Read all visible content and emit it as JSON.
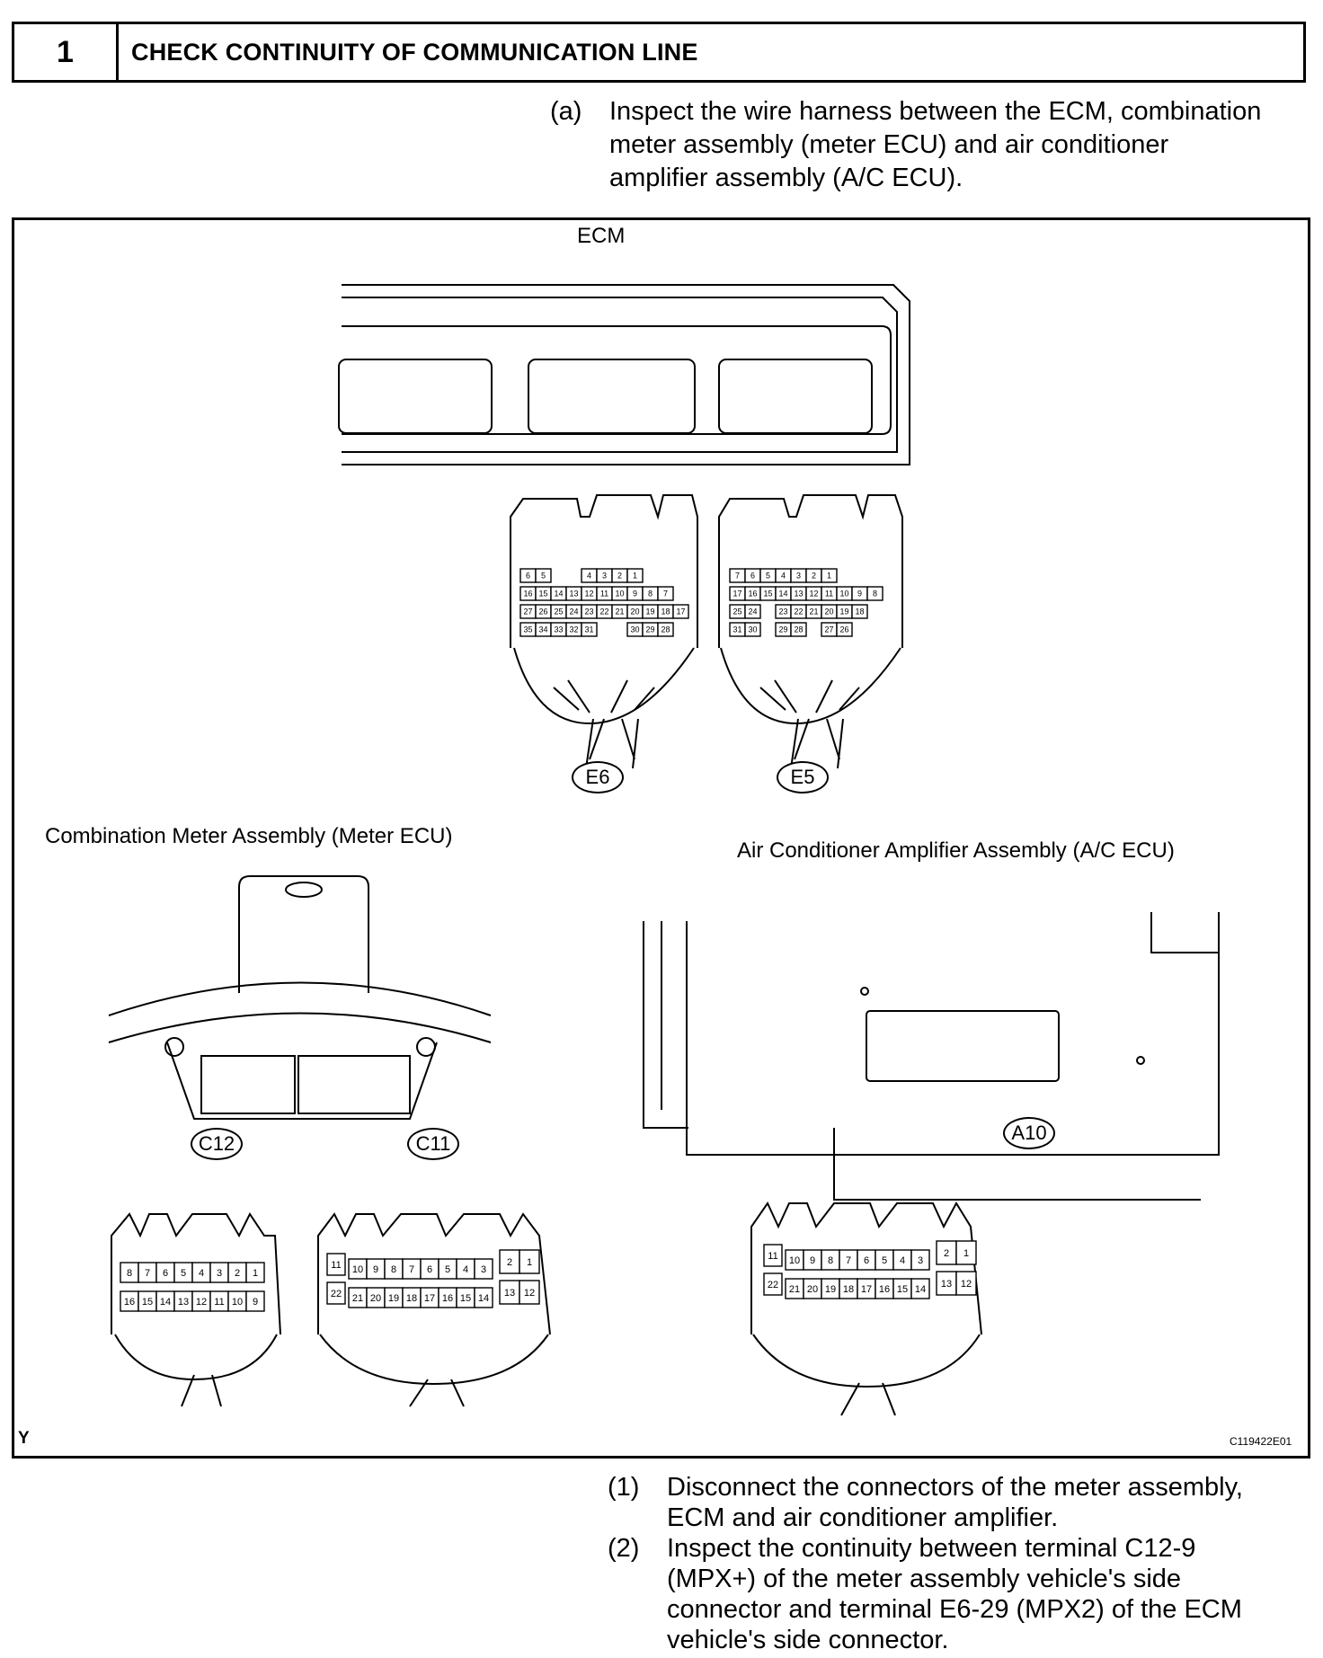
{
  "header": {
    "step": "1",
    "title": "CHECK CONTINUITY OF COMMUNICATION LINE"
  },
  "instruction_a": {
    "label": "(a)",
    "lines": [
      "Inspect the wire harness between the ECM, combination",
      "meter assembly (meter ECU) and air conditioner",
      "amplifier assembly (A/C ECU)."
    ]
  },
  "figure": {
    "ecm_label": "ECM",
    "meter_label": "Combination Meter Assembly (Meter ECU)",
    "ac_label": "Air Conditioner Amplifier Assembly (A/C ECU)",
    "connectors": {
      "e6": "E6",
      "e5": "E5",
      "c12": "C12",
      "c11": "C11",
      "a10": "A10"
    },
    "corner_mark": "Y",
    "figure_code": "C119422E01",
    "pins": {
      "e6": [
        [
          "6",
          "5",
          "",
          "",
          "4",
          "3",
          "2",
          "1"
        ],
        [
          "16",
          "15",
          "14",
          "13",
          "12",
          "11",
          "10",
          "9",
          "8",
          "7"
        ],
        [
          "27",
          "26",
          "25",
          "24",
          "23",
          "22",
          "21",
          "20",
          "19",
          "18",
          "17"
        ],
        [
          "35",
          "34",
          "33",
          "32",
          "31",
          "",
          "",
          "30",
          "29",
          "28"
        ]
      ],
      "e5": [
        [
          "7",
          "6",
          "5",
          "4",
          "3",
          "2",
          "1"
        ],
        [
          "17",
          "16",
          "15",
          "14",
          "13",
          "12",
          "11",
          "10",
          "9",
          "8"
        ],
        [
          "25",
          "24",
          "",
          "23",
          "22",
          "21",
          "20",
          "19",
          "18"
        ],
        [
          "31",
          "30",
          "",
          "29",
          "28",
          "",
          "27",
          "26"
        ]
      ],
      "c12": [
        [
          "8",
          "7",
          "6",
          "5",
          "4",
          "3",
          "2",
          "1"
        ],
        [
          "16",
          "15",
          "14",
          "13",
          "12",
          "11",
          "10",
          "9"
        ]
      ],
      "c11": {
        "row1": [
          "10",
          "9",
          "8",
          "7",
          "6",
          "5",
          "4",
          "3"
        ],
        "row2": [
          "21",
          "20",
          "19",
          "18",
          "17",
          "16",
          "15",
          "14"
        ],
        "left": [
          "11",
          "22"
        ],
        "right_top": [
          "2",
          "1"
        ],
        "right_bottom": [
          "13",
          "12"
        ]
      },
      "a10": {
        "row1": [
          "10",
          "9",
          "8",
          "7",
          "6",
          "5",
          "4",
          "3"
        ],
        "row2": [
          "21",
          "20",
          "19",
          "18",
          "17",
          "16",
          "15",
          "14"
        ],
        "left": [
          "11",
          "22"
        ],
        "right_top": [
          "2",
          "1"
        ],
        "right_bottom": [
          "13",
          "12"
        ]
      }
    }
  },
  "steps": [
    {
      "label": "(1)",
      "lines": [
        "Disconnect the connectors of the meter assembly,",
        "ECM and air conditioner amplifier."
      ]
    },
    {
      "label": "(2)",
      "lines": [
        "Inspect the continuity between terminal C12-9",
        "(MPX+) of the meter assembly vehicle's side",
        "connector and terminal E6-29 (MPX2) of the ECM",
        "vehicle's side connector."
      ]
    }
  ]
}
